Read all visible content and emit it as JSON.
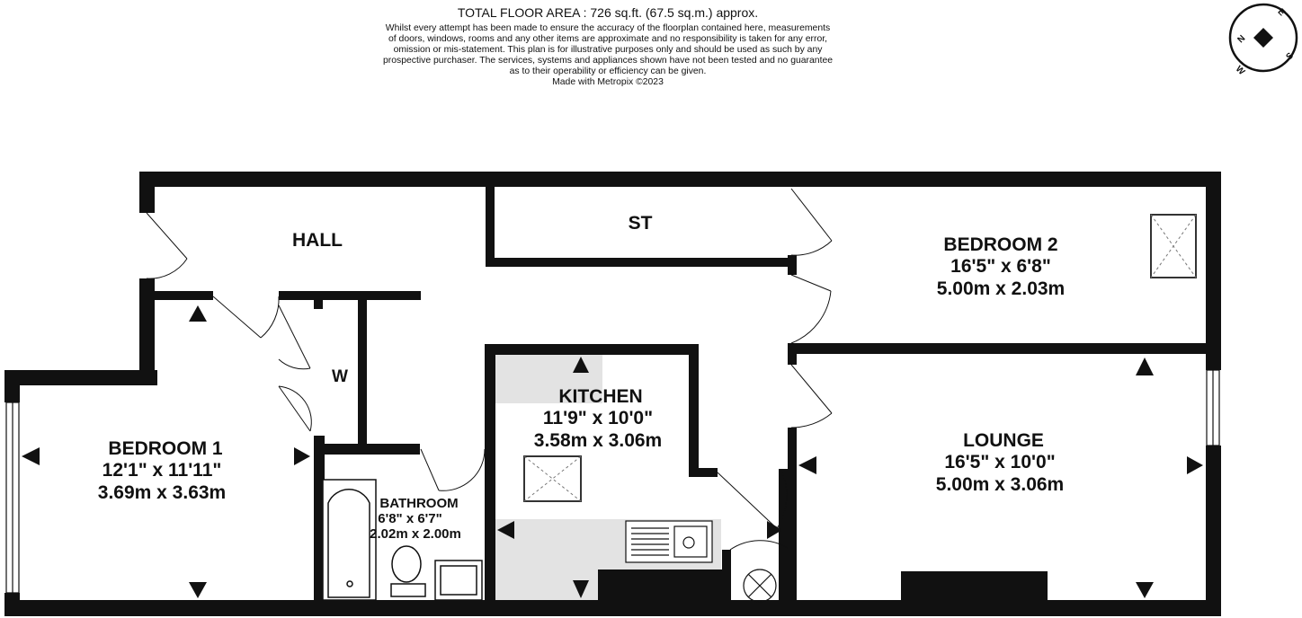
{
  "header": {
    "total_area": "TOTAL FLOOR AREA : 726 sq.ft. (67.5 sq.m.) approx.",
    "disclaimer": "Whilst every attempt has been made to ensure the accuracy of the floorplan contained here, measurements\nof doors, windows, rooms and any other items are approximate and no responsibility is taken for any error,\nomission or mis-statement. This plan is for illustrative purposes only and should be used as such by any\nprospective purchaser. The services, systems and appliances shown have not been tested and no guarantee\nas to their operability or efficiency can be given.",
    "made_with": "Made with Metropix ©2023"
  },
  "compass": {
    "n": "N",
    "e": "E",
    "s": "S",
    "w": "W"
  },
  "rooms": {
    "hall": {
      "name": "HALL"
    },
    "store": {
      "name": "ST"
    },
    "wardrobe": {
      "name": "W"
    },
    "bedroom2": {
      "name": "BEDROOM 2",
      "imperial": "16'5\"  x 6'8\"",
      "metric": "5.00m  x 2.03m"
    },
    "bedroom1": {
      "name": "BEDROOM 1",
      "imperial": "12'1\"  x 11'11\"",
      "metric": "3.69m  x 3.63m"
    },
    "kitchen": {
      "name": "KITCHEN",
      "imperial": "11'9\"  x 10'0\"",
      "metric": "3.58m  x 3.06m"
    },
    "bathroom": {
      "name": "BATHROOM",
      "imperial": "6'8\"  x 6'7\"",
      "metric": "2.02m  x 2.00m"
    },
    "lounge": {
      "name": "LOUNGE",
      "imperial": "16'5\"  x 10'0\"",
      "metric": "5.00m  x 3.06m"
    }
  },
  "colors": {
    "wall": "#111111",
    "fixture_fill": "#e3e3e3",
    "background": "#ffffff"
  }
}
